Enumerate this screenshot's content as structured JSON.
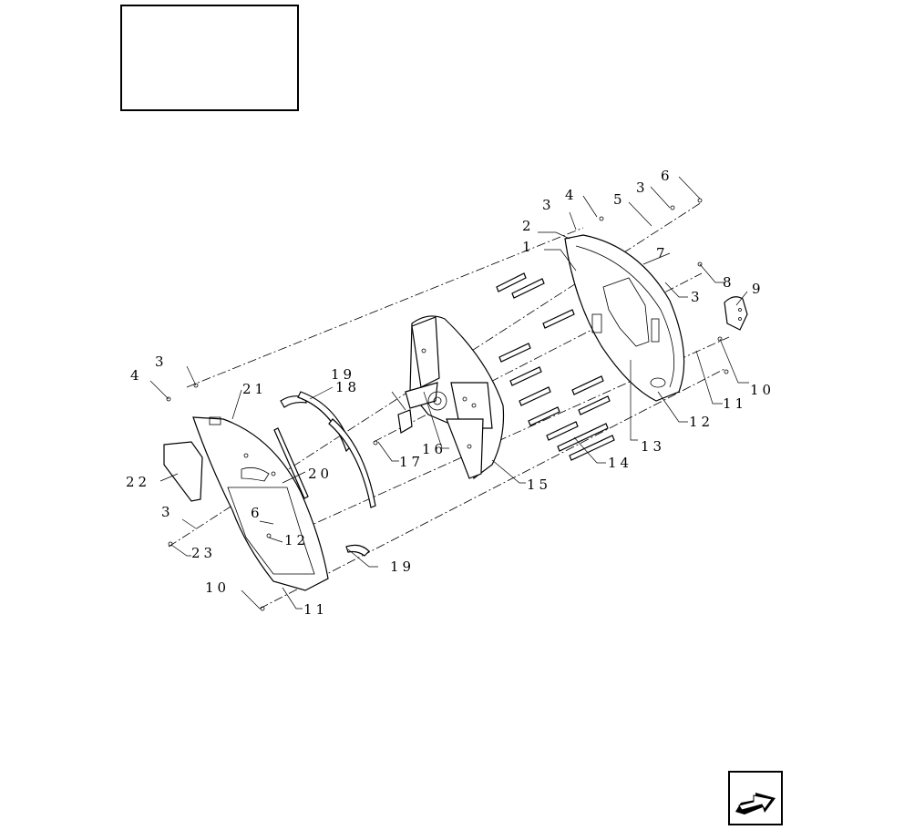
{
  "callouts": {
    "c1": "1",
    "c2": "2",
    "c3a": "3",
    "c3b": "3",
    "c3c": "3",
    "c3d": "3",
    "c3e": "3",
    "c4a": "4",
    "c4b": "4",
    "c5": "5",
    "c6a": "6",
    "c6b": "6",
    "c7": "7",
    "c8": "8",
    "c9": "9",
    "c10a": "10",
    "c10b": "10",
    "c11a": "11",
    "c11b": "11",
    "c12a": "12",
    "c12b": "12",
    "c13": "13",
    "c14": "14",
    "c15": "15",
    "c16": "16",
    "c17": "17",
    "c18": "18",
    "c19a": "19",
    "c19b": "19",
    "c20": "20",
    "c21": "21",
    "c22": "22",
    "c23": "23"
  },
  "icons": {
    "nav": "next-page-arrow-icon"
  },
  "colors": {
    "ink": "#000000",
    "paper": "#ffffff"
  }
}
